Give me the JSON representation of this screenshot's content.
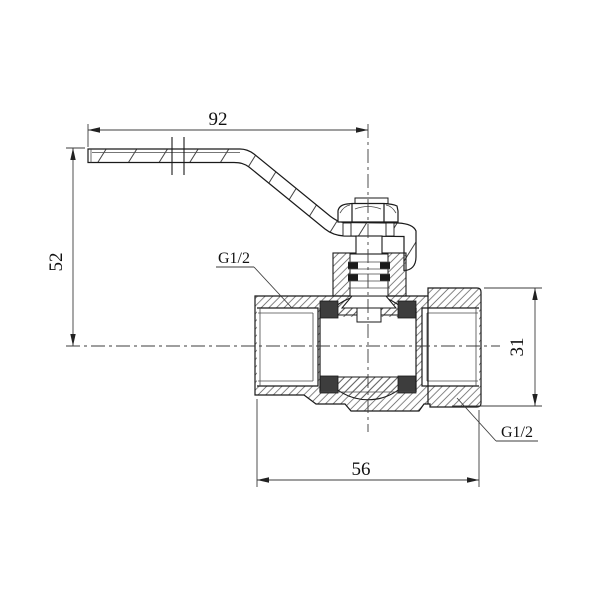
{
  "drawing": {
    "background": "#ffffff",
    "line_color": "#1a1a1a",
    "dims": {
      "handle_length": "92",
      "handle_height": "52",
      "port_height": "31",
      "body_length": "56"
    },
    "threads": {
      "inlet": "G1/2",
      "outlet": "G1/2"
    }
  }
}
